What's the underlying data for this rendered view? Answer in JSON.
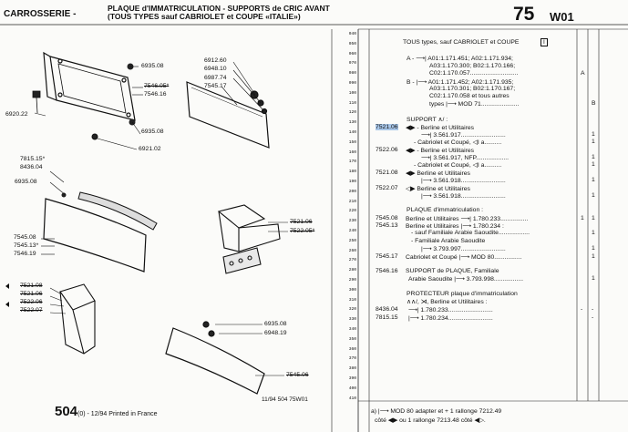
{
  "header": {
    "section": "CARROSSERIE -",
    "title_line1": "PLAQUE d'IMMATRICULATION - SUPPORTS de CRIC AVANT",
    "title_line2": "(TOUS TYPES sauf CABRIOLET et COUPE «ITALIE»)",
    "page_number": "75",
    "page_code": "W01"
  },
  "diagram_labels": {
    "l6935a": "6935.08",
    "l7546_05": "7546.05*",
    "l7546_16": "7546.16",
    "l6920": "6920.22",
    "l6935b": "6935.08",
    "l6921": "6921.02",
    "l6912": "6912.60",
    "l6948a": "6948.10",
    "l6987": "6987.74",
    "l7545_17": "7545.17",
    "l7815": "7815.15*",
    "l8436": "8436.04",
    "l6935c": "6935.08",
    "l7545_08": "7545.08",
    "l7545_13": "7545.13*",
    "l7546_19": "7546.19",
    "l7521_06a": "7521.06",
    "l7522_05": "7522.05*",
    "l7521_08": "7521.08",
    "l7521_06b": "7521.06",
    "l7522_06": "7522.06",
    "l7522_07": "7522.07",
    "l6935d": "6935.08",
    "l6948b": "6948.19",
    "l7545_06": "7545.06"
  },
  "line_numbers": [
    "040",
    "050",
    "060",
    "070",
    "080",
    "090",
    "100",
    "110",
    "120",
    "130",
    "140",
    "150",
    "160",
    "170",
    "180",
    "190",
    "200",
    "210",
    "220",
    "230",
    "240",
    "250",
    "260",
    "270",
    "280",
    "290",
    "300",
    "310",
    "320",
    "330",
    "340",
    "350",
    "360",
    "370",
    "380",
    "390",
    "400",
    "410"
  ],
  "entries": {
    "e1": "TOUS types, sauf CABRIOLET et COUPE",
    "e1_box": "I",
    "e2": "A -  ⟶| A01:1.171.451; A02:1.171.934;",
    "e3": "A03:1.170.300; B02:1.170.166;",
    "e4": "C02:1.170.057............................",
    "e4_mark": "A",
    "e5": "B -  |⟶ A01:1.171.452; A02:1.171.935;",
    "e6": "A03:1.170.301; B02:1.170.167;",
    "e7": "C02:1.170.058 et tous autres",
    "e8": "types |⟶ MOD 71......................",
    "e8_mark": "B",
    "e9": "SUPPORT  ∧/ :",
    "r10": "7521.06",
    "e10": "◀▶ - Berline et Utilitaires",
    "e11": "⟶| 3.561.917..........................",
    "e12": "- Cabriolet et Coupé, ◁I a..........",
    "r13": "7522.06",
    "e13": "◀▶ - Berline et Utilitaires",
    "e14": "⟶| 3.561.917, NFP...................",
    "e15": "- Cabriolet et Coupé, ◁I a..........",
    "r16": "7521.08",
    "e16": "◀▶   Berline et Utilitaires",
    "e17": "|⟶ 3.561.918..........................",
    "r18": "7522.07",
    "e18": "◁▶   Berline et Utilitaires",
    "e19": "|⟶ 3.561.918..........................",
    "e20": "PLAQUE d'immatriculation :",
    "r21": "7545.08",
    "e21": "Berline et Utilitaires ⟶| 1.780.233................",
    "r22": "7545.13",
    "e22": "Berline et Utilitaires |⟶ 1.780.234 :",
    "e23": "- sauf Familiale Arabie Saoudite..................",
    "e24": "- Familiale Arabie Saoudite",
    "e25": "|⟶ 3.793.997..........................",
    "r26": "7545.17",
    "e26": "Cabriolet et Coupé |⟶ MOD 80................",
    "r27": "7546.16",
    "e27": "SUPPORT de PLAQUE, Familiale",
    "e28": "Arabie Saoudite |⟶ 3.793.998.................",
    "e29": "PROTECTEUR plaque d'immatriculation",
    "e30": "∧∧/, ⋊, Berline et Utilitaires :",
    "r31": "8436.04",
    "e31": "⟶| 1.780.233..........................",
    "r32": "7815.15",
    "e32": "|⟶ 1.780.234..........................",
    "qty_1": "1",
    "qty_dash": "-"
  },
  "footer": {
    "code": "11/94  504  75W01",
    "page": "504",
    "page_suffix": "(0) - 12/94 Printed in France",
    "note1": "a) |⟶ MOD 80 adapter et  +  1 rallonge 7212.49",
    "note2": "côté ◀▶ ou 1 rallonge 7213.48 côté ◀▷."
  },
  "colors": {
    "highlight": "#a8c6e8",
    "ink": "#111111"
  }
}
